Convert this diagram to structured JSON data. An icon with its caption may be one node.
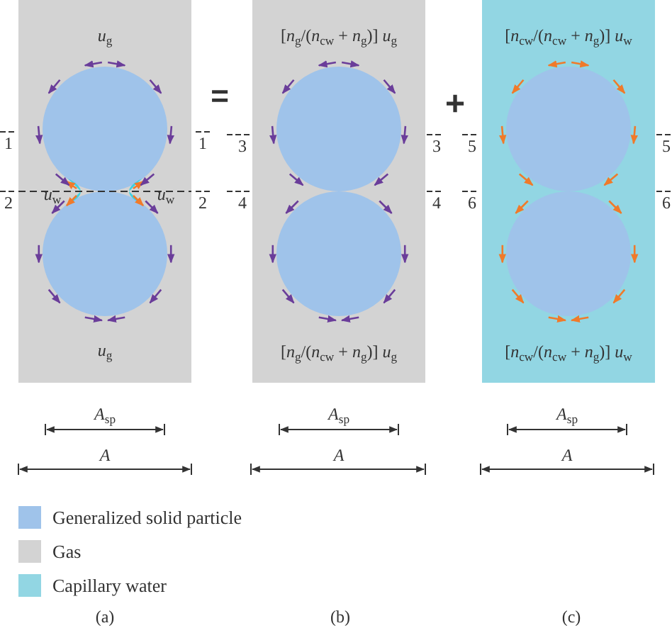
{
  "diagram": {
    "nodes": [
      {
        "text": [
          "*u*$_{g}$",
          "*u*$_{w}$",
          "*u*$_{w}$",
          "*u*$_{g}$"
        ],
        "beside": [
          "1",
          "1",
          "2",
          "2"
        ]
      },
      {
        "text": [
          "[*n*$_{g}$/(*n*$_{cw}$ + *n*$_{g}$)] *u*$_{g}$",
          "[*n*$_{g}$/(*n*$_{cw}$ + *n*$_{g}$)] *u*$_{g}$"
        ],
        "beside": [
          "3",
          "3",
          "4",
          "4"
        ]
      },
      {
        "text": [
          "[*n*$_{cw}$/(*n*$_{cw}$ + *n*$_{g}$)] *u*$_{w}$",
          "[*n*$_{cw}$/(*n*$_{cw}$ + *n*$_{g}$)] *u*$_{w}$"
        ],
        "beside": [
          "5",
          "5",
          "6",
          "6"
        ]
      }
    ],
    "labels": [
      "=",
      "+",
      "*A*$_{sp}$",
      "*A*$_{sp}$",
      "*A*$_{sp}$",
      "*A*",
      "*A*",
      "*A*",
      "(a)",
      "(b)",
      "(c)"
    ],
    "legend": [
      {
        "text": "Generalized solid particle",
        "color": "#9fc3ea"
      },
      {
        "text": "Gas",
        "color": "#d3d3d3"
      },
      {
        "text": "Capillary water",
        "color": "#92d6e3"
      }
    ]
  }
}
